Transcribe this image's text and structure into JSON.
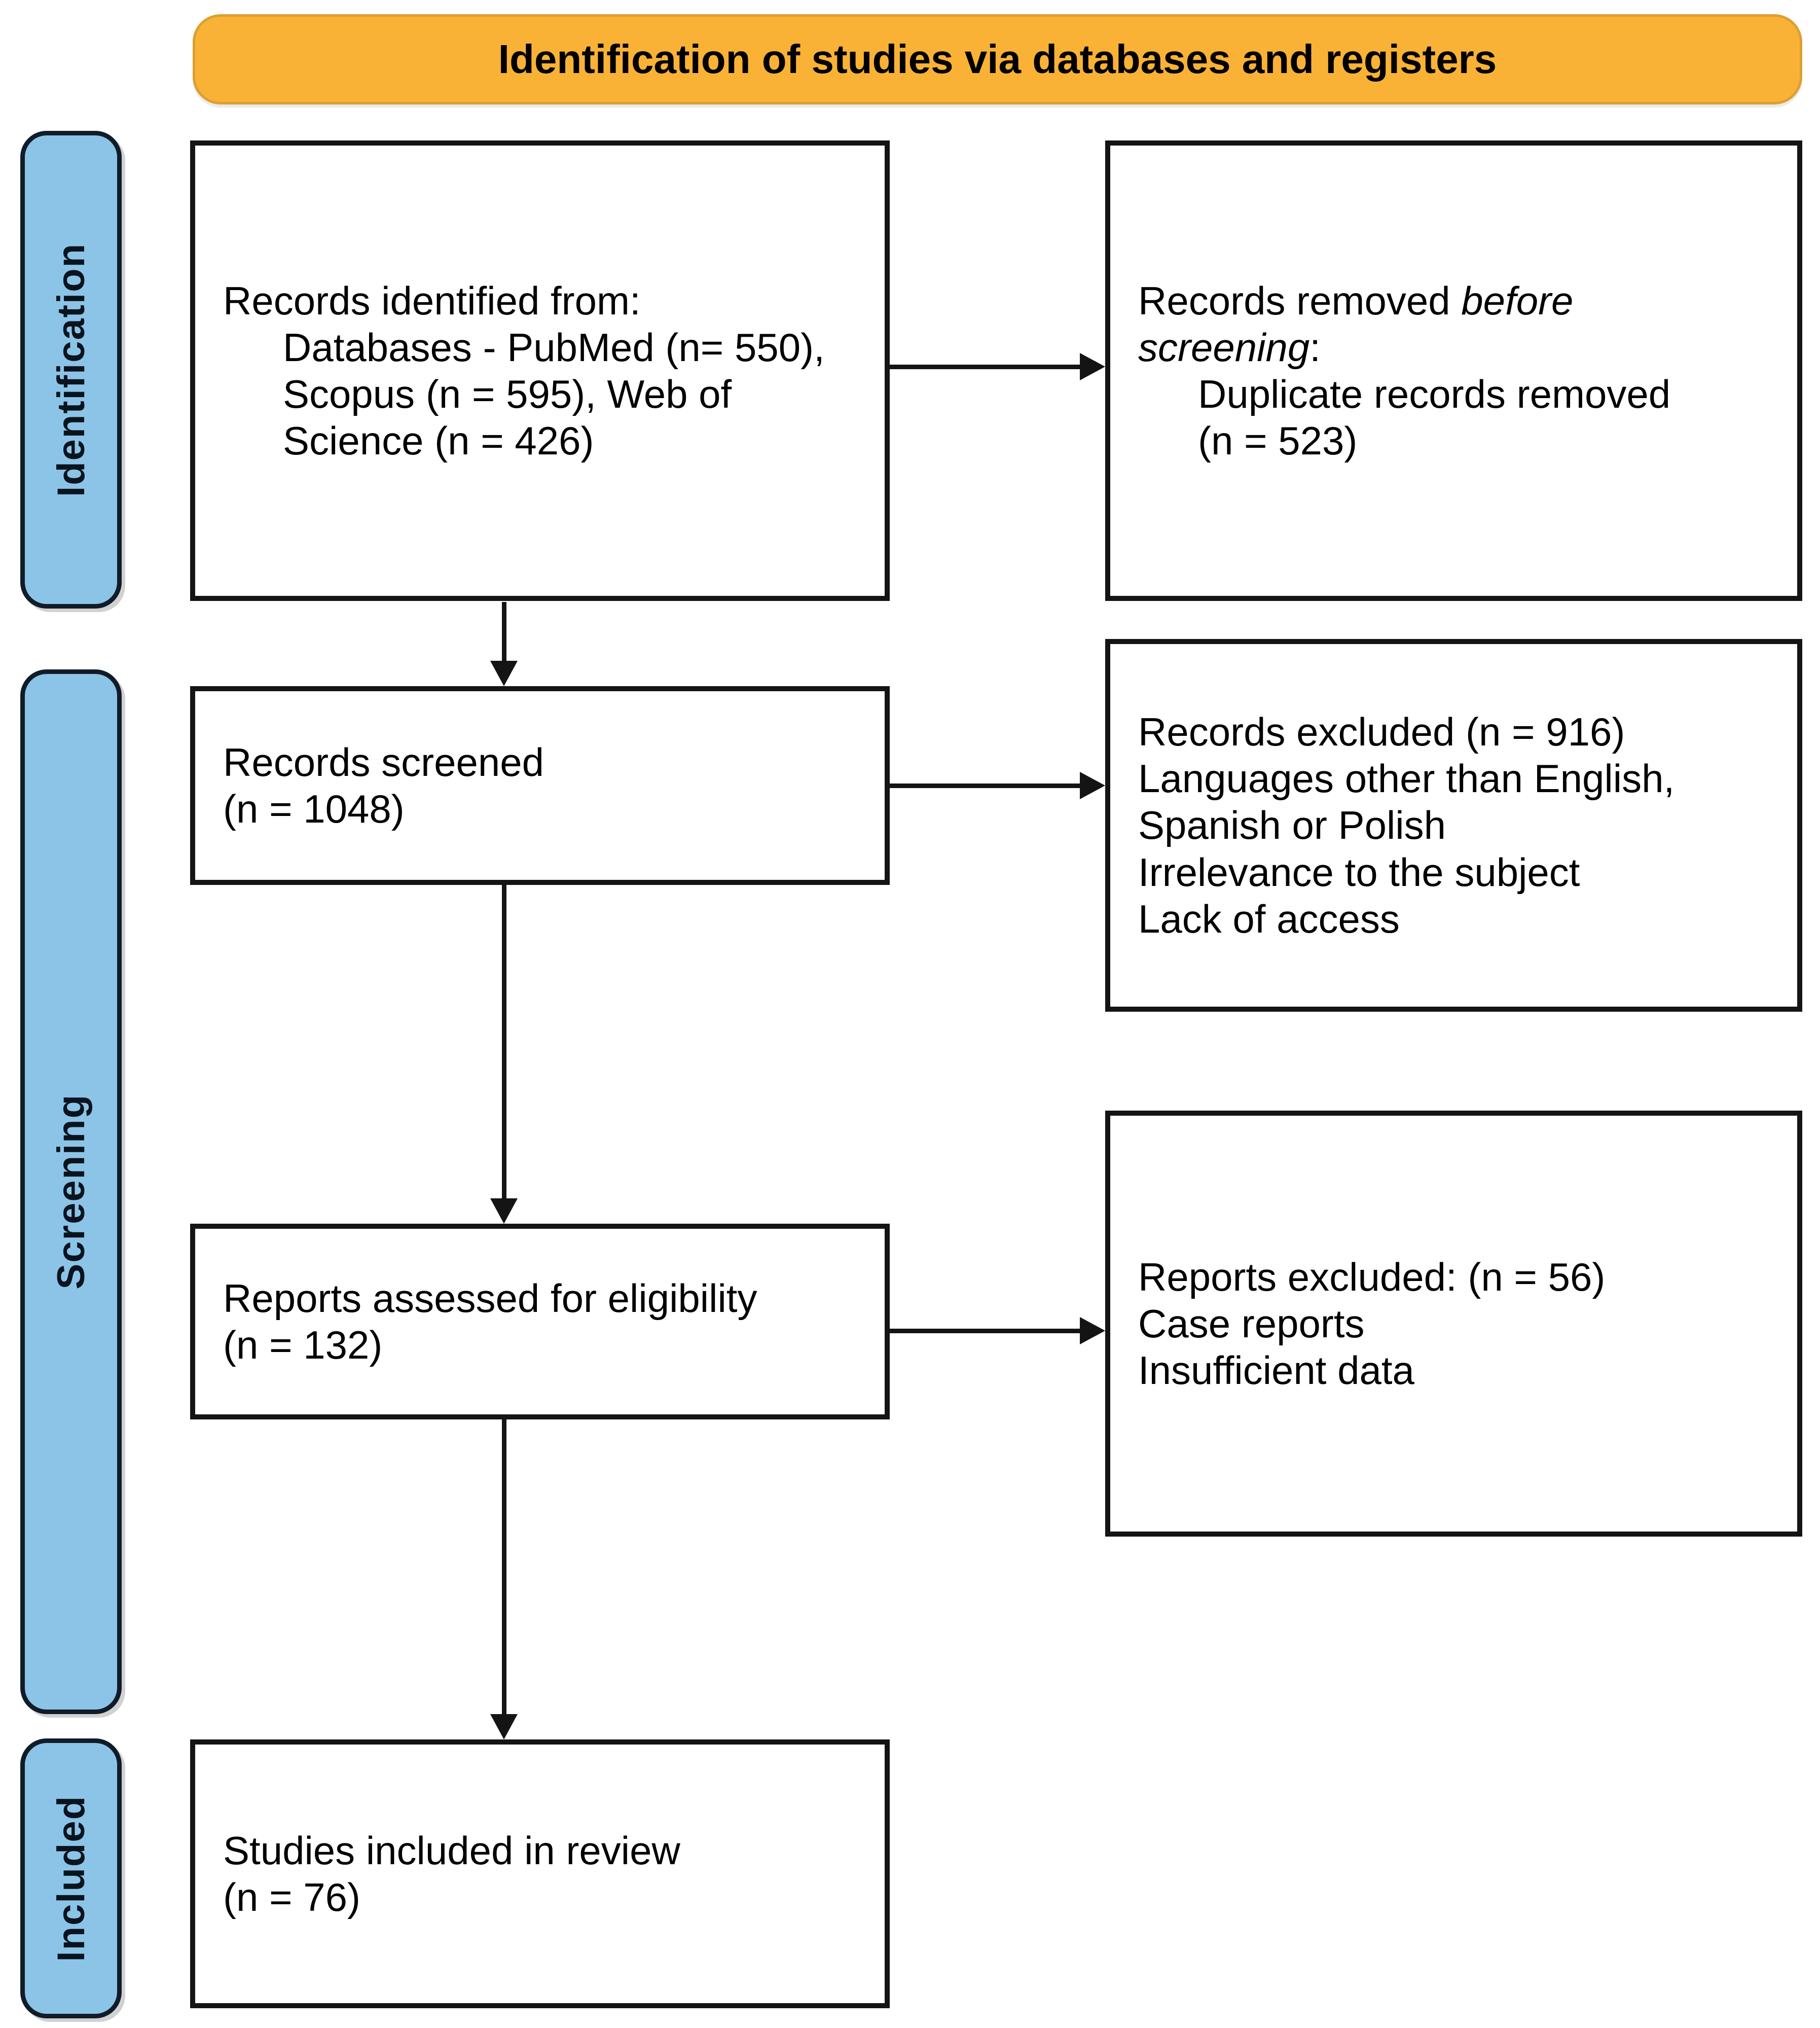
{
  "title_banner": {
    "label": "Identification of studies via databases and registers"
  },
  "stage_bars": [
    {
      "label": "Identification"
    },
    {
      "label": "Screening"
    },
    {
      "label": "Included"
    }
  ],
  "boxes": {
    "identified": {
      "heading": "Records identified from:",
      "details": [
        "Databases - PubMed (n= 550),",
        "Scopus (n = 595), Web of",
        "Science (n = 426)"
      ]
    },
    "removed": {
      "pre": "Records removed ",
      "italic_line1": "before",
      "italic_line2": "screening",
      "colon": ":",
      "details": [
        "Duplicate records removed",
        "(n = 523)"
      ]
    },
    "screened": {
      "lines": [
        "Records screened",
        "(n = 1048)"
      ]
    },
    "excluded": {
      "lines": [
        "Records excluded (n = 916)",
        "Languages other than English,",
        "Spanish or Polish",
        "Irrelevance to the subject",
        "Lack of access"
      ]
    },
    "assessed": {
      "lines": [
        "Reports assessed for eligibility",
        "(n = 132)"
      ]
    },
    "reports_excluded": {
      "lines": [
        "Reports excluded: (n = 56)",
        "Case reports",
        "Insufficient data"
      ]
    },
    "included": {
      "lines": [
        "Studies included in review",
        "(n = 76)"
      ]
    }
  },
  "colors": {
    "banner_bg": "#F9B235",
    "banner_border": "#DD9F31",
    "stage_bg": "#8CC4E8",
    "stage_border": "#101C28",
    "box_border": "#141414",
    "arrow": "#141414",
    "text": "#000000"
  }
}
